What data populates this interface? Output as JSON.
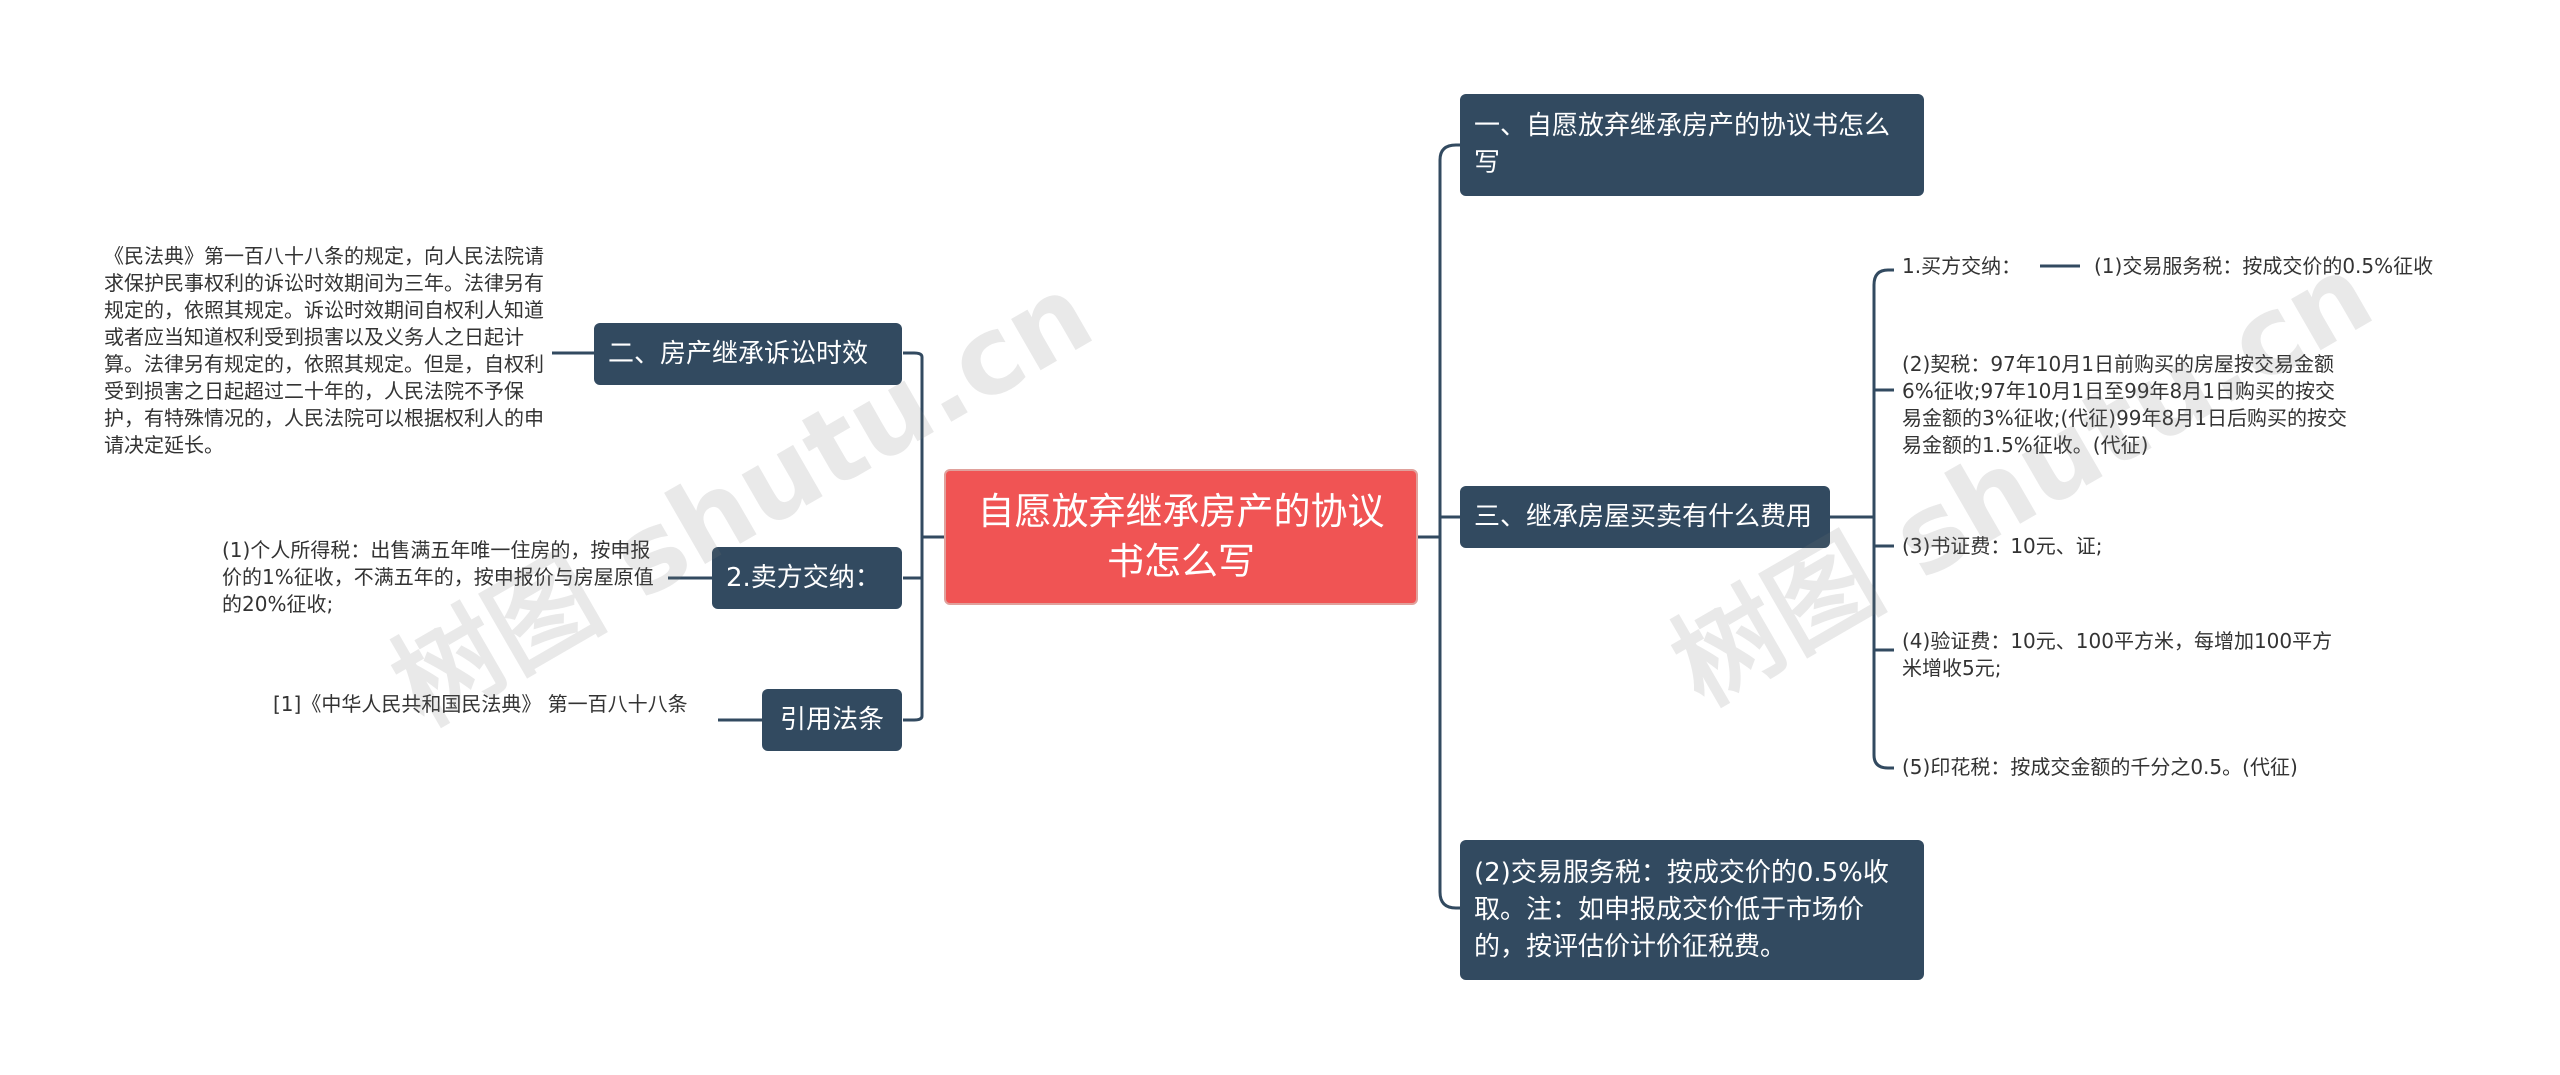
{
  "central": {
    "label": "自愿放弃继承房产的协议书怎么写"
  },
  "left": {
    "branch_lawsuit": {
      "label": "二、房产继承诉讼时效",
      "detail": "《民法典》第一百八十八条的规定，向人民法院请求保护民事权利的诉讼时效期间为三年。法律另有规定的，依照其规定。诉讼时效期间自权利人知道或者应当知道权利受到损害以及义务人之日起计算。法律另有规定的，依照其规定。但是，自权利受到损害之日起超过二十年的，人民法院不予保护，有特殊情况的，人民法院可以根据权利人的申请决定延长。"
    },
    "branch_seller": {
      "label": "2.卖方交纳：",
      "detail": "(1)个人所得税：出售满五年唯一住房的，按申报价的1%征收，不满五年的，按申报价与房屋原值的20%征收;"
    },
    "branch_cite": {
      "label": "引用法条",
      "detail": "[1]《中华人民共和国民法典》 第一百八十八条"
    }
  },
  "right": {
    "branch_howto": {
      "label": "一、自愿放弃继承房产的协议书怎么写"
    },
    "branch_fees": {
      "label": "三、继承房屋买卖有什么费用",
      "buyer_label": "1.买方交纳：",
      "buyer_detail": "(1)交易服务税：按成交价的0.5%征收",
      "items": [
        "(2)契税：97年10月1日前购买的房屋按交易金额6%征收;97年10月1日至99年8月1日购买的按交易金额的3%征收;(代征)99年8月1日后购买的按交易金额的1.5%征收。(代征)",
        "(3)书证费：10元、证;",
        "(4)验证费：10元、100平方米，每增加100平方米增收5元;",
        "(5)印花税：按成交金额的千分之0.5。(代征)"
      ]
    },
    "branch_service": {
      "label": "(2)交易服务税：按成交价的0.5%收取。注：如申报成交价低于市场价的，按评估价计价征税费。"
    }
  },
  "watermarks": [
    "树图 shutu.cn",
    "树图 shutu.cn"
  ],
  "colors": {
    "central": "#f05454",
    "box": "#324a60",
    "line": "#324a60",
    "leaf_text": "#333333"
  }
}
